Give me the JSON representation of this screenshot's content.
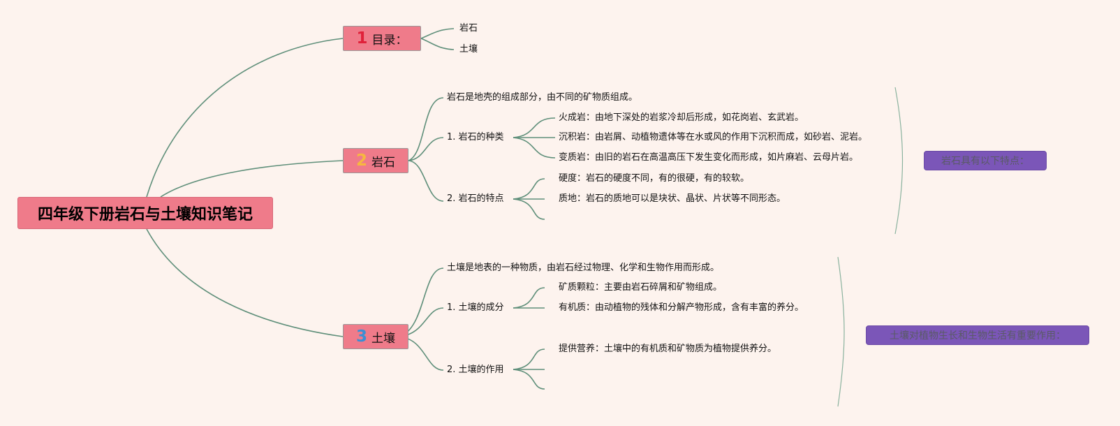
{
  "root": {
    "title": "四年级下册岩石与土壤知识笔记"
  },
  "colors": {
    "line": "#5f8f7a",
    "topic": "#ef7b8a",
    "summary": "#7b56b8",
    "num1": "#e0213a",
    "num2": "#f6b740",
    "num3": "#3b8fd4"
  },
  "topics": [
    {
      "number": "1",
      "label": "目录：",
      "children": [
        "岩石",
        "土壤"
      ]
    },
    {
      "number": "2",
      "label": "岩石",
      "intro": "岩石是地壳的组成部分，由不同的矿物质组成。",
      "groups": [
        {
          "label": "1. 岩石的种类",
          "items": [
            "火成岩：由地下深处的岩浆冷却后形成，如花岗岩、玄武岩。",
            "沉积岩：由岩屑、动植物遗体等在水或风的作用下沉积而成，如砂岩、泥岩。",
            "变质岩：由旧的岩石在高温高压下发生变化而形成，如片麻岩、云母片岩。"
          ]
        },
        {
          "label": "2. 岩石的特点",
          "items": [
            "硬度：岩石的硬度不同，有的很硬，有的较软。",
            "质地：岩石的质地可以是块状、晶状、片状等不同形态。"
          ]
        }
      ],
      "summary": "岩石具有以下特点："
    },
    {
      "number": "3",
      "label": "土壤",
      "intro": "土壤是地表的一种物质，由岩石经过物理、化学和生物作用而形成。",
      "groups": [
        {
          "label": "1. 土壤的成分",
          "items": [
            "矿质颗粒：主要由岩石碎屑和矿物组成。",
            "有机质：由动植物的残体和分解产物形成，含有丰富的养分。"
          ]
        },
        {
          "label": "2. 土壤的作用",
          "items": [
            "提供营养：土壤中的有机质和矿物质为植物提供养分。"
          ]
        }
      ],
      "summary": "土壤对植物生长和生物生活有重要作用："
    }
  ]
}
